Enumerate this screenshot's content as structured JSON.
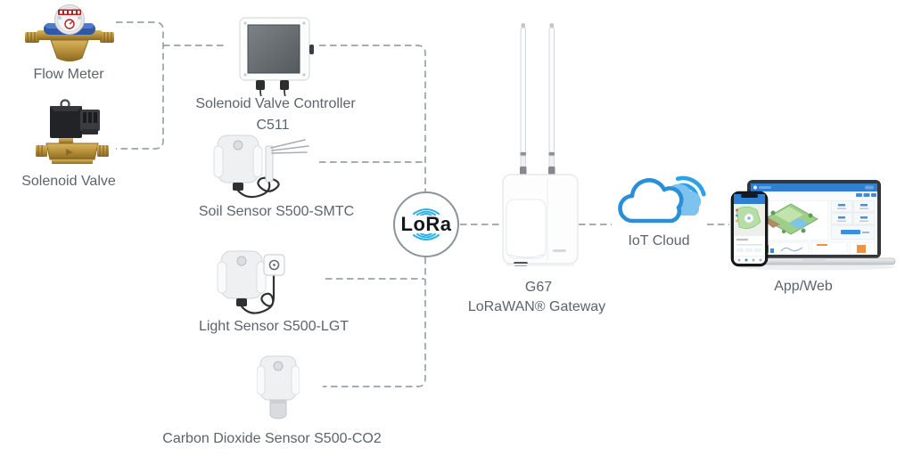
{
  "diagram": {
    "colors": {
      "connector_line": "#99a1a8",
      "label_text": "#5b646c",
      "lora_blue": "#2eb2e8",
      "cloud_blue": "#2a8fd9"
    },
    "nodes": {
      "flow_meter": {
        "label": "Flow Meter"
      },
      "solenoid_valve": {
        "label": "Solenoid Valve"
      },
      "controller": {
        "label_line1": "Solenoid Valve Controller",
        "label_line2": "C511"
      },
      "soil_sensor": {
        "label": "Soil Sensor S500-SMTC"
      },
      "light_sensor": {
        "label": "Light Sensor S500-LGT"
      },
      "co2_sensor": {
        "label": "Carbon Dioxide Sensor S500-CO2"
      },
      "lora": {
        "label": "LoRa"
      },
      "gateway": {
        "label_line1": "G67",
        "label_line2": "LoRaWAN® Gateway"
      },
      "cloud": {
        "label": "IoT Cloud"
      },
      "app_web": {
        "label": "App/Web"
      }
    }
  }
}
